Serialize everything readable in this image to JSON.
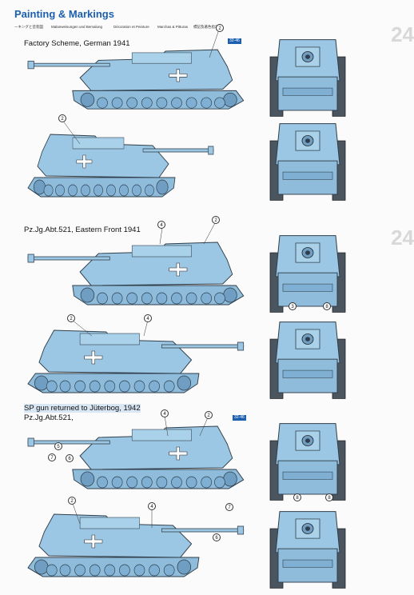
{
  "header": {
    "title": "Painting & Markings",
    "subtitles": [
      "ーキングと塗装図",
      "Malanweisungen und Bemalung",
      "Décoration et Peinture",
      "Marchas & Pitturas",
      "標記及著色指示"
    ]
  },
  "schemes": [
    {
      "caption": "Factory Scheme, German 1941",
      "code": "32-46"
    },
    {
      "caption": "Pz.Jg.Abt.521, Eastern Front 1941"
    },
    {
      "caption_lines": [
        "SP gun returned to Jüterbog, 1942",
        "Pz.Jg.Abt.521,"
      ],
      "code": "32-46"
    }
  ],
  "callouts": {
    "s1_side": "2",
    "s1_rear": "2",
    "s2_side_a": "4",
    "s2_side_b": "2",
    "s2_side_c": "2",
    "s2_side_d": "4",
    "s2_front_a": "3",
    "s2_front_b": "8",
    "s3_side_a": "4",
    "s3_side_b": "2",
    "s3_side_c": "7",
    "s3_side_d": "5",
    "s3_side_e": "6",
    "s3_side_f": "2",
    "s3_side_g": "4",
    "s3_side_h": "7",
    "s3_side_i": "6",
    "s3_front_a": "8",
    "s3_front_b": "8"
  },
  "colors": {
    "vehicle": "#9cc7e4",
    "vehicle_dark": "#6f9ec2",
    "outline": "#2f3e4a",
    "title": "#1b5fae"
  },
  "edge_glyphs": [
    "24",
    "24"
  ]
}
